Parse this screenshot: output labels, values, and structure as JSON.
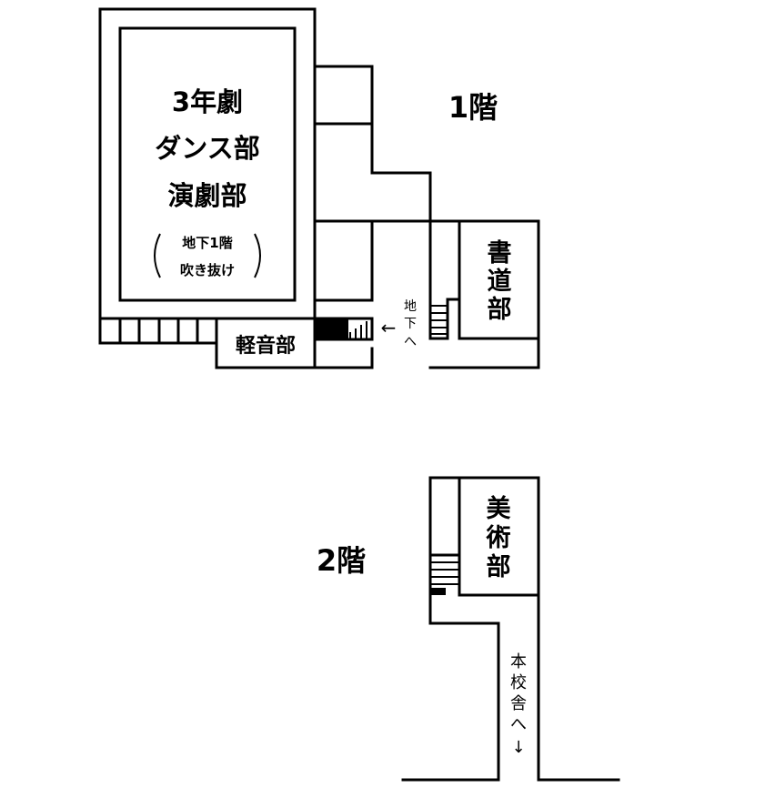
{
  "floor1": {
    "label": "1階",
    "main_hall": {
      "line1": "3年劇",
      "line2": "ダンス部",
      "line3": "演劇部",
      "note_line1": "地下1階",
      "note_line2": "吹き抜け"
    },
    "calligraphy": [
      "書",
      "道",
      "部"
    ],
    "light_music": "軽音部",
    "basement_arrow": "←",
    "basement_label": [
      "地",
      "下",
      "へ"
    ]
  },
  "floor2": {
    "label": "2階",
    "art": [
      "美",
      "術",
      "部"
    ],
    "to_main_building": [
      "本",
      "校",
      "舎",
      "へ",
      "↓"
    ]
  }
}
